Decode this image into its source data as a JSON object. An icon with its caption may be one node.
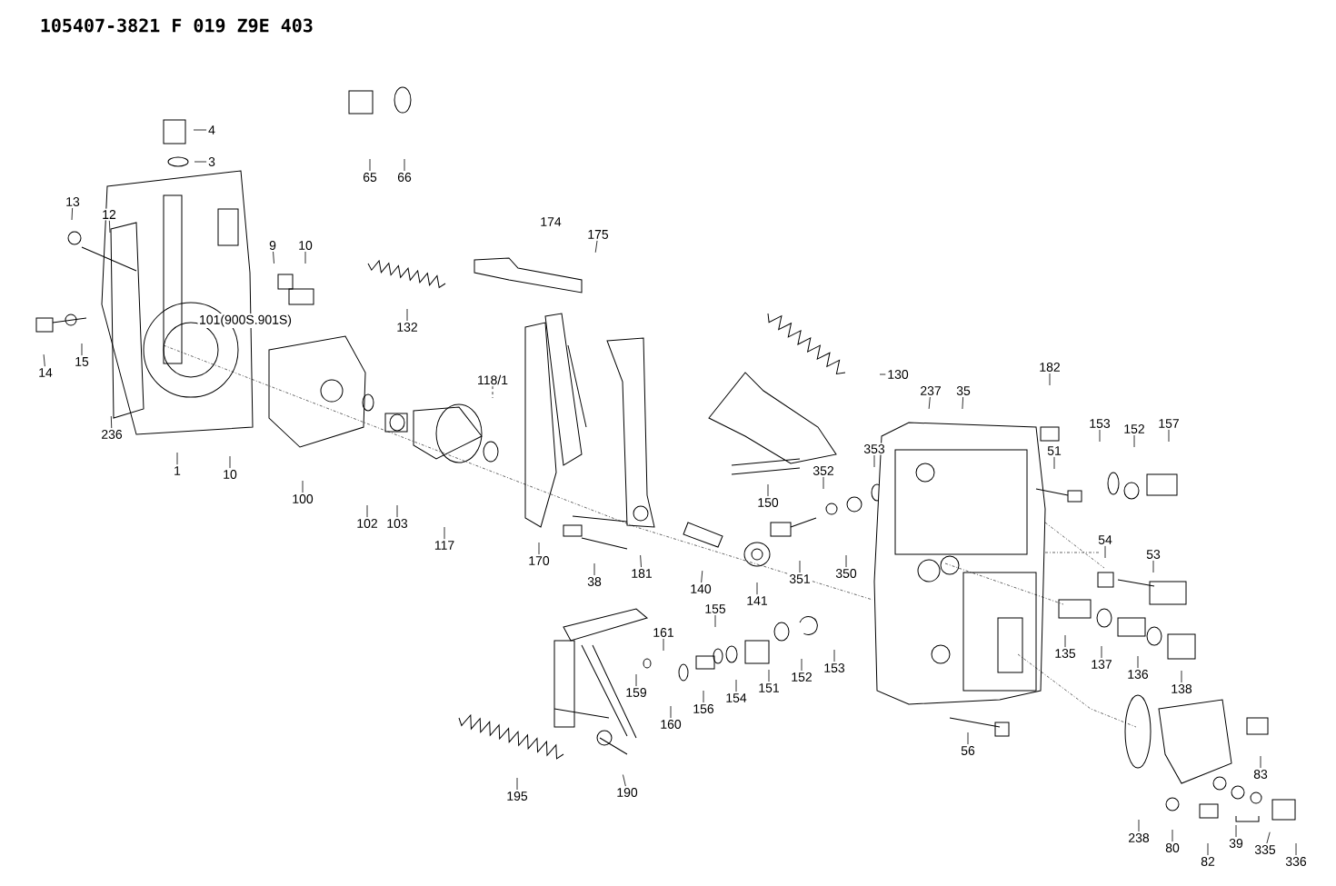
{
  "diagram": {
    "title": "105407-3821 F 019 Z9E 403",
    "nodes": [
      {
        "text": [
          "65"
        ]
      },
      {
        "text": [
          "66"
        ]
      },
      {
        "text": [
          "4"
        ]
      },
      {
        "text": [
          "3"
        ]
      },
      {
        "text": [
          "13"
        ]
      },
      {
        "text": [
          "12"
        ]
      },
      {
        "text": [
          "175"
        ]
      },
      {
        "text": [
          "9"
        ]
      },
      {
        "text": [
          "10"
        ]
      },
      {
        "text": [
          "132"
        ]
      },
      {
        "text": [
          "15"
        ]
      },
      {
        "text": [
          "14"
        ]
      },
      {
        "text": [
          "130"
        ]
      },
      {
        "text": [
          "182"
        ]
      },
      {
        "text": [
          "118/1"
        ]
      },
      {
        "text": [
          "237"
        ]
      },
      {
        "text": [
          "35"
        ]
      },
      {
        "text": [
          "152"
        ]
      },
      {
        "text": [
          "153"
        ]
      },
      {
        "text": [
          "157"
        ]
      },
      {
        "text": [
          "236"
        ]
      },
      {
        "text": [
          "353"
        ]
      },
      {
        "text": [
          "51"
        ]
      },
      {
        "text": [
          "352"
        ]
      },
      {
        "text": [
          "1"
        ]
      },
      {
        "text": [
          "10"
        ]
      },
      {
        "text": [
          "100"
        ]
      },
      {
        "text": [
          "150"
        ]
      },
      {
        "text": [
          "102"
        ]
      },
      {
        "text": [
          "103"
        ]
      },
      {
        "text": [
          "54"
        ]
      },
      {
        "text": [
          "117"
        ]
      },
      {
        "text": [
          "53"
        ]
      },
      {
        "text": [
          "170"
        ]
      },
      {
        "text": [
          "181"
        ]
      },
      {
        "text": [
          "350"
        ]
      },
      {
        "text": [
          "351"
        ]
      },
      {
        "text": [
          "38"
        ]
      },
      {
        "text": [
          "140"
        ]
      },
      {
        "text": [
          "141"
        ]
      },
      {
        "text": [
          "155"
        ]
      },
      {
        "text": [
          "161"
        ]
      },
      {
        "text": [
          "135"
        ]
      },
      {
        "text": [
          "137"
        ]
      },
      {
        "text": [
          "153"
        ]
      },
      {
        "text": [
          "136"
        ]
      },
      {
        "text": [
          "152"
        ]
      },
      {
        "text": [
          "151"
        ]
      },
      {
        "text": [
          "138"
        ]
      },
      {
        "text": [
          "159"
        ]
      },
      {
        "text": [
          "154"
        ]
      },
      {
        "text": [
          "156"
        ]
      },
      {
        "text": [
          "160"
        ]
      },
      {
        "text": [
          "56"
        ]
      },
      {
        "text": [
          "83"
        ]
      },
      {
        "text": [
          "190"
        ]
      },
      {
        "text": [
          "195"
        ]
      },
      {
        "text": [
          "238"
        ]
      },
      {
        "text": [
          "39"
        ]
      },
      {
        "text": [
          "80"
        ]
      },
      {
        "text": [
          "335"
        ]
      },
      {
        "text": [
          "82"
        ]
      },
      {
        "text": [
          "336"
        ]
      }
    ],
    "edges": [
      {
        "from": 0,
        "to": null,
        "arrow": "none"
      },
      {
        "from": 1,
        "to": null,
        "arrow": "none"
      },
      {
        "from": 2,
        "to": null,
        "arrow": "none"
      },
      {
        "from": 3,
        "to": null,
        "arrow": "none"
      },
      {
        "from": 4,
        "to": null,
        "arrow": "none"
      },
      {
        "from": 5,
        "to": null,
        "arrow": "none"
      },
      {
        "from": 6,
        "to": null,
        "arrow": "none"
      },
      {
        "from": 7,
        "to": null,
        "arrow": "none"
      },
      {
        "from": 8,
        "to": null,
        "arrow": "none"
      },
      {
        "from": 9,
        "to": null,
        "arrow": "none"
      },
      {
        "from": 10,
        "to": null,
        "arrow": "none"
      },
      {
        "from": 11,
        "to": null,
        "arrow": "none"
      },
      {
        "from": 12,
        "to": null,
        "arrow": "none"
      },
      {
        "from": 13,
        "to": null,
        "arrow": "none"
      },
      {
        "from": 14,
        "to": null,
        "arrow": "none",
        "style": "dashed"
      },
      {
        "from": 15,
        "to": null,
        "arrow": "none"
      },
      {
        "from": 16,
        "to": null,
        "arrow": "none"
      },
      {
        "from": 17,
        "to": null,
        "arrow": "none"
      },
      {
        "from": 18,
        "to": null,
        "arrow": "none"
      },
      {
        "from": 19,
        "to": null,
        "arrow": "none"
      },
      {
        "from": 20,
        "to": null,
        "arrow": "none"
      },
      {
        "from": 21,
        "to": null,
        "arrow": "none"
      },
      {
        "from": 22,
        "to": null,
        "arrow": "none"
      },
      {
        "from": 23,
        "to": null,
        "arrow": "none"
      },
      {
        "from": 24,
        "to": null,
        "arrow": "none"
      },
      {
        "from": 25,
        "to": null,
        "arrow": "none"
      },
      {
        "from": 26,
        "to": null,
        "arrow": "none"
      },
      {
        "from": 27,
        "to": null,
        "arrow": "none"
      },
      {
        "from": 28,
        "to": null,
        "arrow": "none"
      },
      {
        "from": 29,
        "to": null,
        "arrow": "none"
      },
      {
        "from": 30,
        "to": null,
        "arrow": "none"
      },
      {
        "from": 31,
        "to": null,
        "arrow": "none"
      },
      {
        "from": 32,
        "to": null,
        "arrow": "none"
      },
      {
        "from": 33,
        "to": null,
        "arrow": "none"
      },
      {
        "from": 34,
        "to": null,
        "arrow": "none"
      },
      {
        "from": 35,
        "to": null,
        "arrow": "none"
      },
      {
        "from": 36,
        "to": null,
        "arrow": "none"
      },
      {
        "from": 37,
        "to": null,
        "arrow": "none"
      },
      {
        "from": 38,
        "to": null,
        "arrow": "none"
      },
      {
        "from": 39,
        "to": null,
        "arrow": "none"
      },
      {
        "from": 40,
        "to": null,
        "arrow": "none"
      },
      {
        "from": 41,
        "to": null,
        "arrow": "none"
      },
      {
        "from": 42,
        "to": null,
        "arrow": "none"
      },
      {
        "from": 43,
        "to": null,
        "arrow": "none"
      },
      {
        "from": 44,
        "to": null,
        "arrow": "none"
      },
      {
        "from": 45,
        "to": null,
        "arrow": "none"
      },
      {
        "from": 46,
        "to": null,
        "arrow": "none"
      },
      {
        "from": 47,
        "to": null,
        "arrow": "none"
      },
      {
        "from": 48,
        "to": null,
        "arrow": "none"
      },
      {
        "from": 49,
        "to": null,
        "arrow": "none"
      },
      {
        "from": 50,
        "to": null,
        "arrow": "none"
      },
      {
        "from": 51,
        "to": null,
        "arrow": "none"
      },
      {
        "from": 52,
        "to": null,
        "arrow": "none"
      },
      {
        "from": 53,
        "to": null,
        "arrow": "none"
      },
      {
        "from": 54,
        "to": null,
        "arrow": "none"
      },
      {
        "from": 55,
        "to": null,
        "arrow": "none"
      },
      {
        "from": 56,
        "to": null,
        "arrow": "none"
      },
      {
        "from": 57,
        "to": null,
        "arrow": "none"
      },
      {
        "from": 58,
        "to": null,
        "arrow": "none"
      },
      {
        "from": 59,
        "to": null,
        "arrow": "none"
      },
      {
        "from": 60,
        "to": null,
        "arrow": "none"
      },
      {
        "from": 61,
        "to": null,
        "arrow": "none"
      },
      {
        "from": 62,
        "to": null,
        "arrow": "none"
      }
    ],
    "labels": [
      "174",
      "101(900S.901S)"
    ]
  }
}
